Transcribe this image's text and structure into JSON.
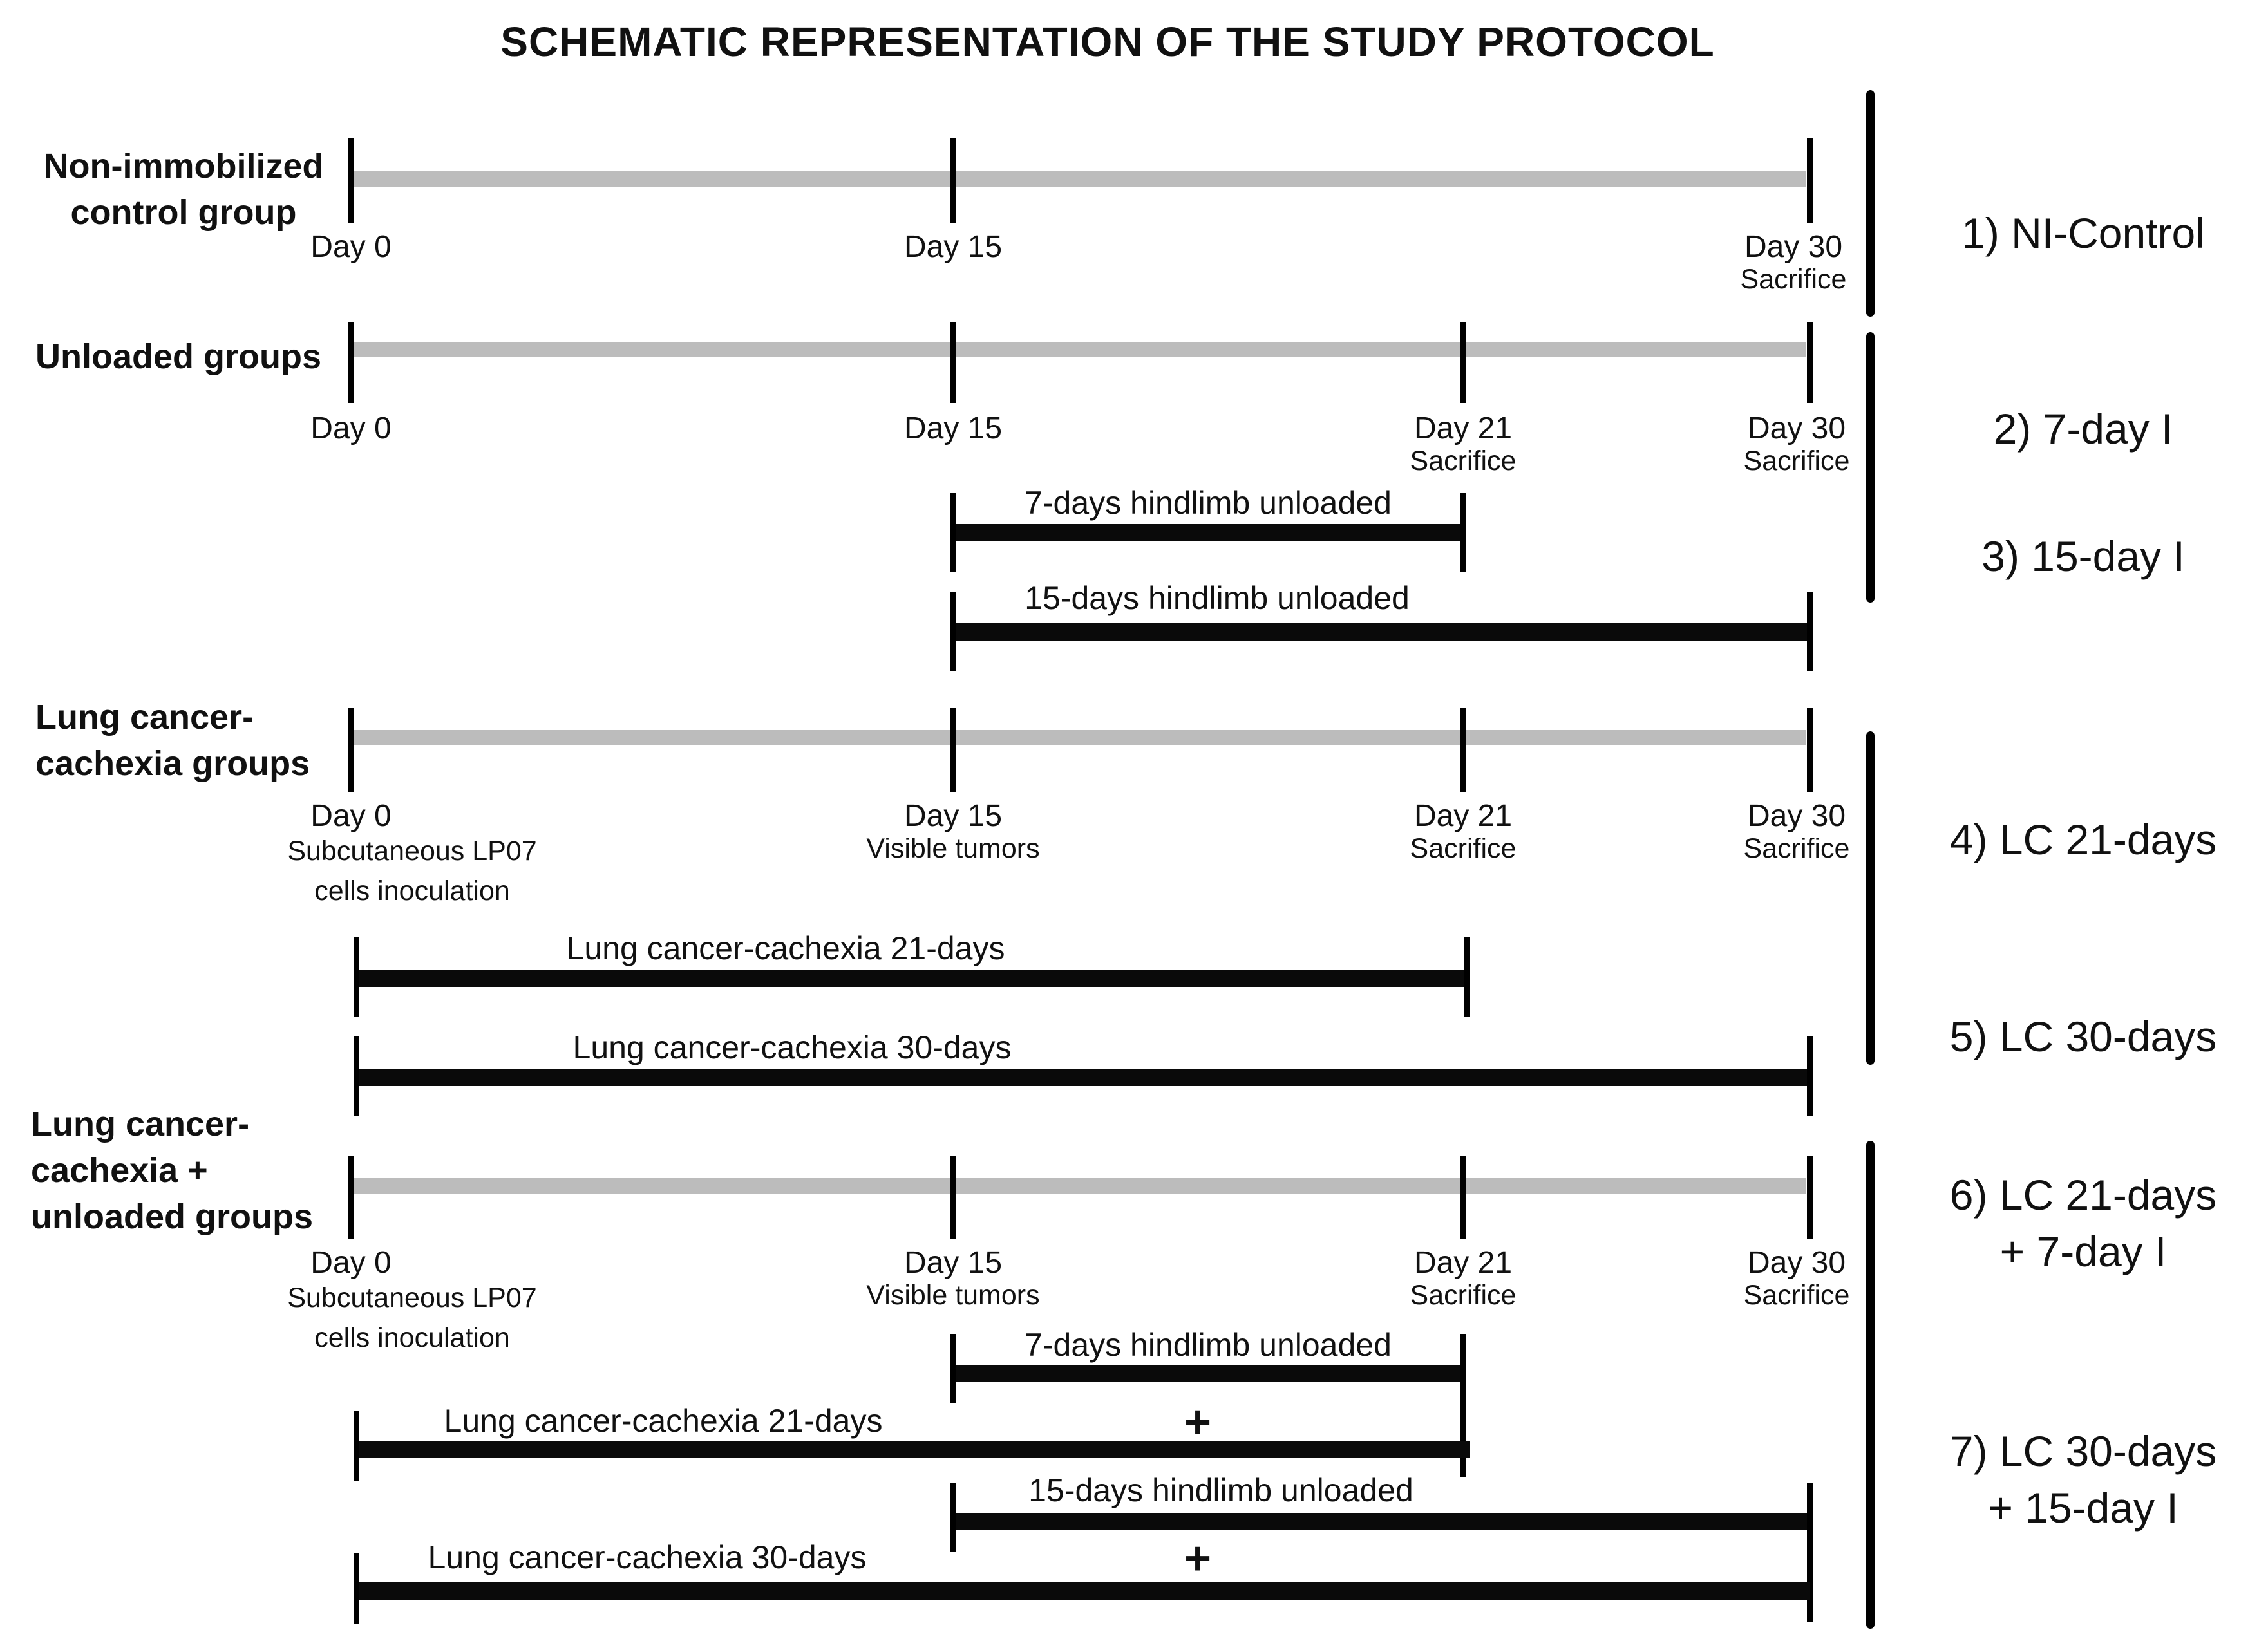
{
  "title": "SCHEMATIC REPRESENTATION OF THE STUDY PROTOCOL",
  "colors": {
    "timeline_gray": "#bcbcbc",
    "bar_black": "#0a0a0a"
  },
  "sections": {
    "ni": {
      "header": [
        "Non-immobilized",
        "control group"
      ],
      "day0": "Day 0",
      "day15": "Day 15",
      "day30": "Day 30",
      "day30_sub": "Sacrifice",
      "group_label": "1) NI-Control"
    },
    "unloaded": {
      "header": "Unloaded groups",
      "day0": "Day 0",
      "day15": "Day 15",
      "day21": "Day 21",
      "day21_sub": "Sacrifice",
      "day30": "Day 30",
      "day30_sub": "Sacrifice",
      "bar7": {
        "label": "7-days  hindlimb unloaded",
        "group_label": "2) 7-day I"
      },
      "bar15": {
        "label": "15-days  hindlimb unloaded",
        "group_label": "3) 15-day I"
      }
    },
    "lc": {
      "header": [
        "Lung cancer-",
        "cachexia groups"
      ],
      "day0": "Day 0",
      "day0_sub": [
        "Subcutaneous LP07",
        "cells inoculation"
      ],
      "day15": "Day 15",
      "day15_sub": "Visible tumors",
      "day21": "Day 21",
      "day21_sub": "Sacrifice",
      "day30": "Day 30",
      "day30_sub": "Sacrifice",
      "bar21": {
        "label": "Lung cancer-cachexia 21-days",
        "group_label": "4) LC 21-days"
      },
      "bar30": {
        "label": "Lung cancer-cachexia 30-days",
        "group_label": "5) LC 30-days"
      }
    },
    "lc_unloaded": {
      "header": [
        "Lung cancer-",
        "cachexia +",
        "unloaded groups"
      ],
      "day0": "Day 0",
      "day0_sub": [
        "Subcutaneous LP07",
        "cells inoculation"
      ],
      "day15": "Day 15",
      "day15_sub": "Visible tumors",
      "day21": "Day 21",
      "day21_sub": "Sacrifice",
      "day30": "Day 30",
      "day30_sub": "Sacrifice",
      "bar7": {
        "label": "7-days hindlimb unloaded"
      },
      "bar21": {
        "label": "Lung cancer-cachexia 21-days",
        "plus": "+"
      },
      "bar15": {
        "label": "15-days hindlimb unloaded"
      },
      "bar30": {
        "label": "Lung cancer-cachexia 30-days",
        "plus": "+"
      },
      "group_label_6": [
        "6) LC 21-days",
        "+ 7-day I"
      ],
      "group_label_7": [
        "7) LC 30-days",
        "+ 15-day I"
      ]
    }
  }
}
